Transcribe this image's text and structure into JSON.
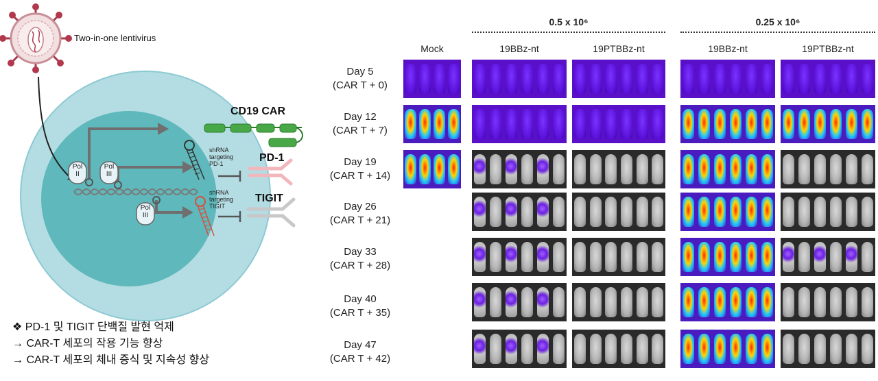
{
  "diagram": {
    "virus_label": "Two-in-one lentivirus",
    "promoter_pol2": "Pol\nII",
    "promoter_pol3_a": "Pol\nIII",
    "promoter_pol3_b": "Pol\nIII",
    "car_label": "CD19 CAR",
    "shrna_pd1": "shRNA\ntargeting\nPD-1",
    "shrna_tigit": "shRNA\ntargeting\nTIGIT",
    "pd1_label": "PD-1",
    "tigit_label": "TIGIT"
  },
  "notes": {
    "line1": "❖  PD-1 및 TIGIT 단백질 발현 억제",
    "line2": "→ CAR-T 세포의 작용 기능 향상",
    "line3": "→ CAR-T 세포의 체내 증식 및 지속성 향상"
  },
  "imaging": {
    "groups": [
      {
        "label": "0.5 x 10⁶"
      },
      {
        "label": "0.25 x 10⁶"
      }
    ],
    "columns": [
      {
        "label": "Mock"
      },
      {
        "label": "19BBz-nt"
      },
      {
        "label": "19PTBBz-nt"
      },
      {
        "label": "19BBz-nt"
      },
      {
        "label": "19PTBBz-nt"
      }
    ],
    "rows": [
      {
        "day": "Day 5",
        "sub": "(CAR T + 0)"
      },
      {
        "day": "Day 12",
        "sub": "(CAR T + 7)"
      },
      {
        "day": "Day 19",
        "sub": "(CAR T + 14)"
      },
      {
        "day": "Day 26",
        "sub": "(CAR T + 21)"
      },
      {
        "day": "Day 33",
        "sub": "(CAR T + 28)"
      },
      {
        "day": "Day 40",
        "sub": "(CAR T + 35)"
      },
      {
        "day": "Day 47",
        "sub": "(CAR T + 42)"
      }
    ]
  }
}
